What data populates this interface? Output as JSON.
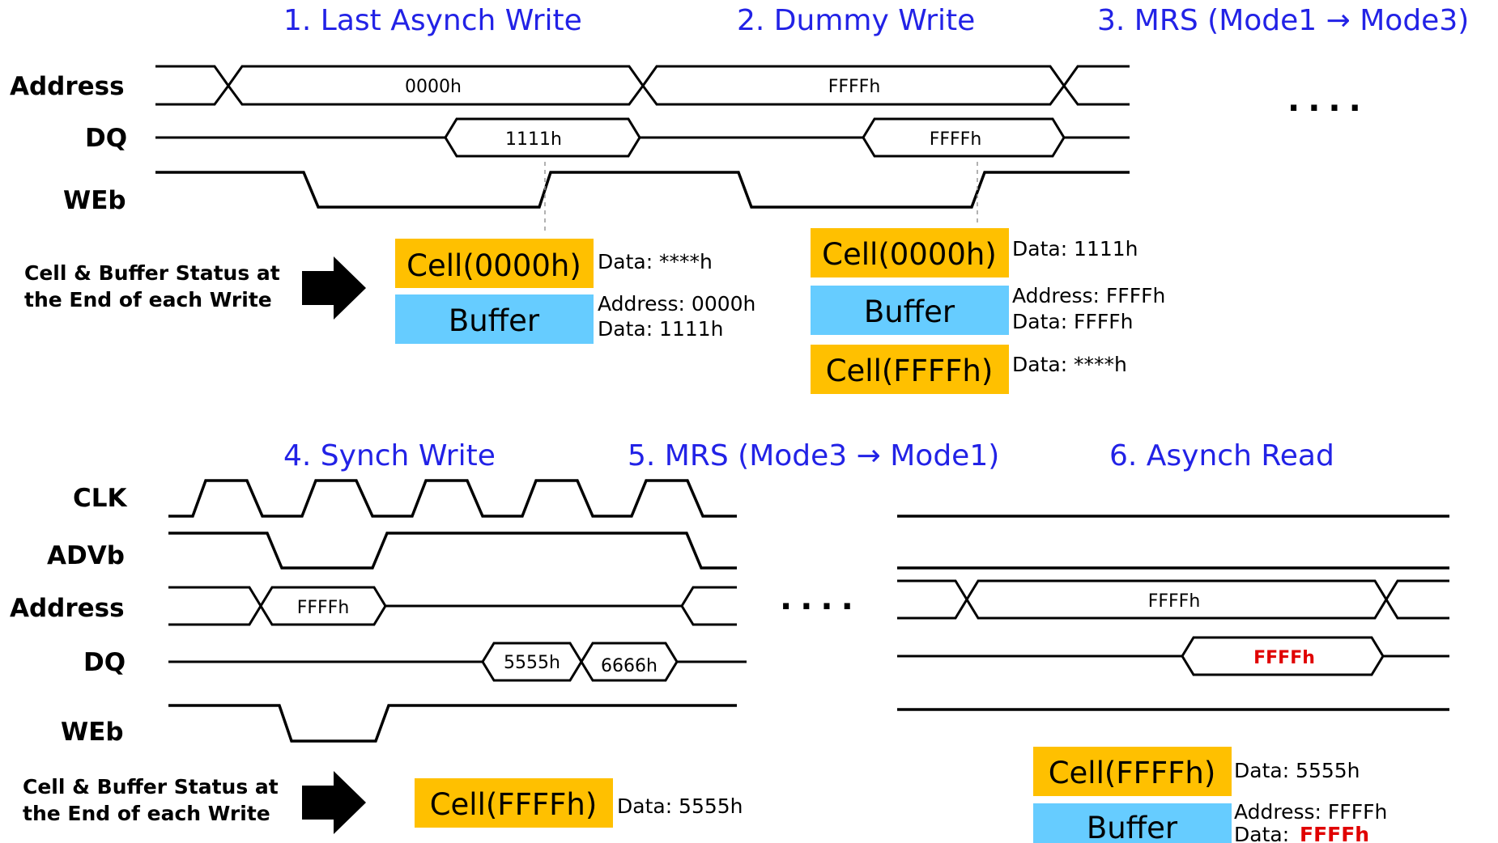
{
  "steps": {
    "s1": "1. Last Asynch Write",
    "s2": "2. Dummy Write",
    "s3": "3. MRS (Mode1 → Mode3)",
    "s4": "4. Synch Write",
    "s5": "5. MRS (Mode3 → Mode1)",
    "s6": "6. Asynch Read"
  },
  "signals": {
    "address": "Address",
    "dq": "DQ",
    "web": "WEb",
    "clk": "CLK",
    "advb": "ADVb"
  },
  "bus_values": {
    "top_addr_1": "0000h",
    "top_addr_2": "FFFFh",
    "top_dq_1": "1111h",
    "top_dq_2": "FFFFh",
    "bot_addr": "FFFFh",
    "bot_dq_1": "5555h",
    "bot_dq_2": "6666h",
    "read_addr": "FFFFh",
    "read_dq": "FFFFh"
  },
  "status_label": {
    "line1": "Cell & Buffer Status at",
    "line2": "the End of each Write"
  },
  "ellipsis": "....",
  "boxes": {
    "cell_0000": "Cell(0000h)",
    "cell_ffff": "Cell(FFFFh)",
    "buffer": "Buffer"
  },
  "info": {
    "w1_cell": "Data:  ****h",
    "w1_buf_addr": "Address:  0000h",
    "w1_buf_data": "Data:  1111h",
    "w2_cell0": "Data:  1111h",
    "w2_buf_addr": "Address:  FFFFh",
    "w2_buf_data": "Data:  FFFFh",
    "w2_cellf": "Data:  ****h",
    "sw_cell": "Data:  5555h",
    "rd_cell": "Data:  5555h",
    "rd_buf_addr": "Address:  FFFFh",
    "rd_buf_data_label": "Data: ",
    "rd_buf_data_value": "FFFFh"
  },
  "colors": {
    "step_title": "#2222e6",
    "cell_fill": "#ffc000",
    "buffer_fill": "#66ccff",
    "highlight": "#e00000"
  }
}
